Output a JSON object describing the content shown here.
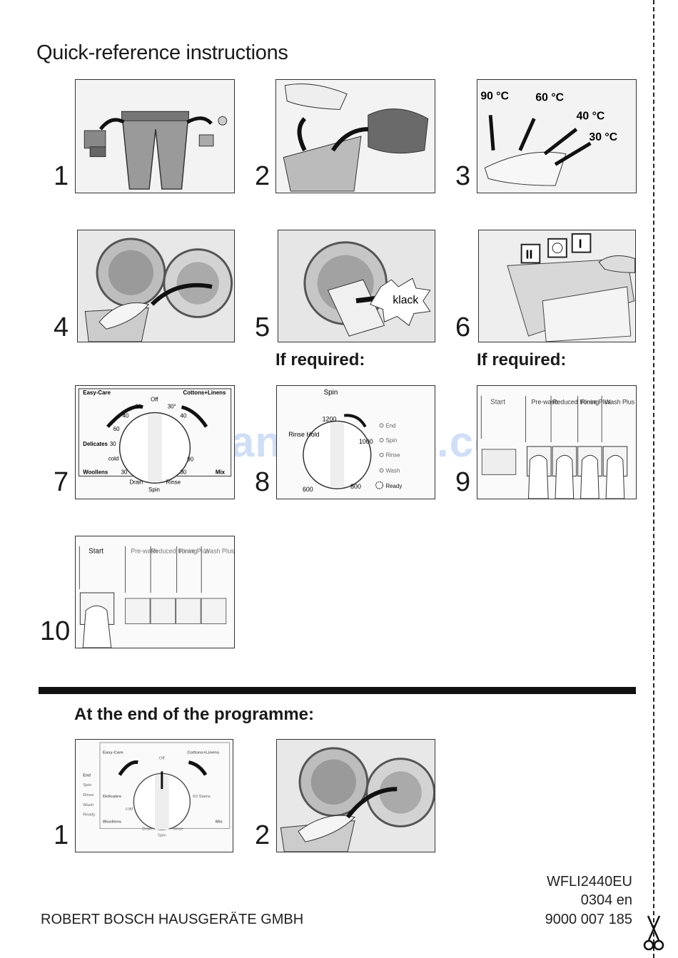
{
  "title": "Quick-reference instructions",
  "steps": [
    "1",
    "2",
    "3",
    "4",
    "5",
    "6",
    "7",
    "8",
    "9",
    "10"
  ],
  "temps": [
    "90 °C",
    "60 °C",
    "40 °C",
    "30 °C"
  ],
  "klack": "klack",
  "if_required": "If required:",
  "dial": {
    "easy_care": "Easy-Care",
    "cottons": "Cottons+Linens",
    "off": "Off",
    "delicates": "Delicates",
    "woollens": "Woollens",
    "cold": "cold",
    "mix": "Mix",
    "drain": "Drain",
    "rinse": "Rinse",
    "spin": "Spin",
    "stains": "60 Stains",
    "t30": "30",
    "t30s": "30°",
    "t40": "40",
    "t60": "60",
    "t90": "90"
  },
  "spin_panel": {
    "spin": "Spin",
    "rinse_hold": "Rinse Hold",
    "s1200": "1200",
    "s1000": "1000",
    "s800": "800",
    "s600": "600",
    "status": [
      "End",
      "Spin",
      "Rinse",
      "Wash",
      "Ready"
    ]
  },
  "buttons": {
    "start": "Start",
    "prewash": "Pre-wash",
    "reduced": "Reduced Ironing",
    "rinse_plus": "Rinse Plus",
    "wash_plus": "Wash Plus"
  },
  "end_heading": "At the end of the programme:",
  "end_steps": [
    "1",
    "2"
  ],
  "footer": {
    "company": "ROBERT BOSCH HAUSGERÄTE GMBH",
    "model": "WFLI2440EU",
    "edition": "0304 en",
    "part_no": "9000 007 185"
  },
  "watermark": "ManualsLib.com"
}
